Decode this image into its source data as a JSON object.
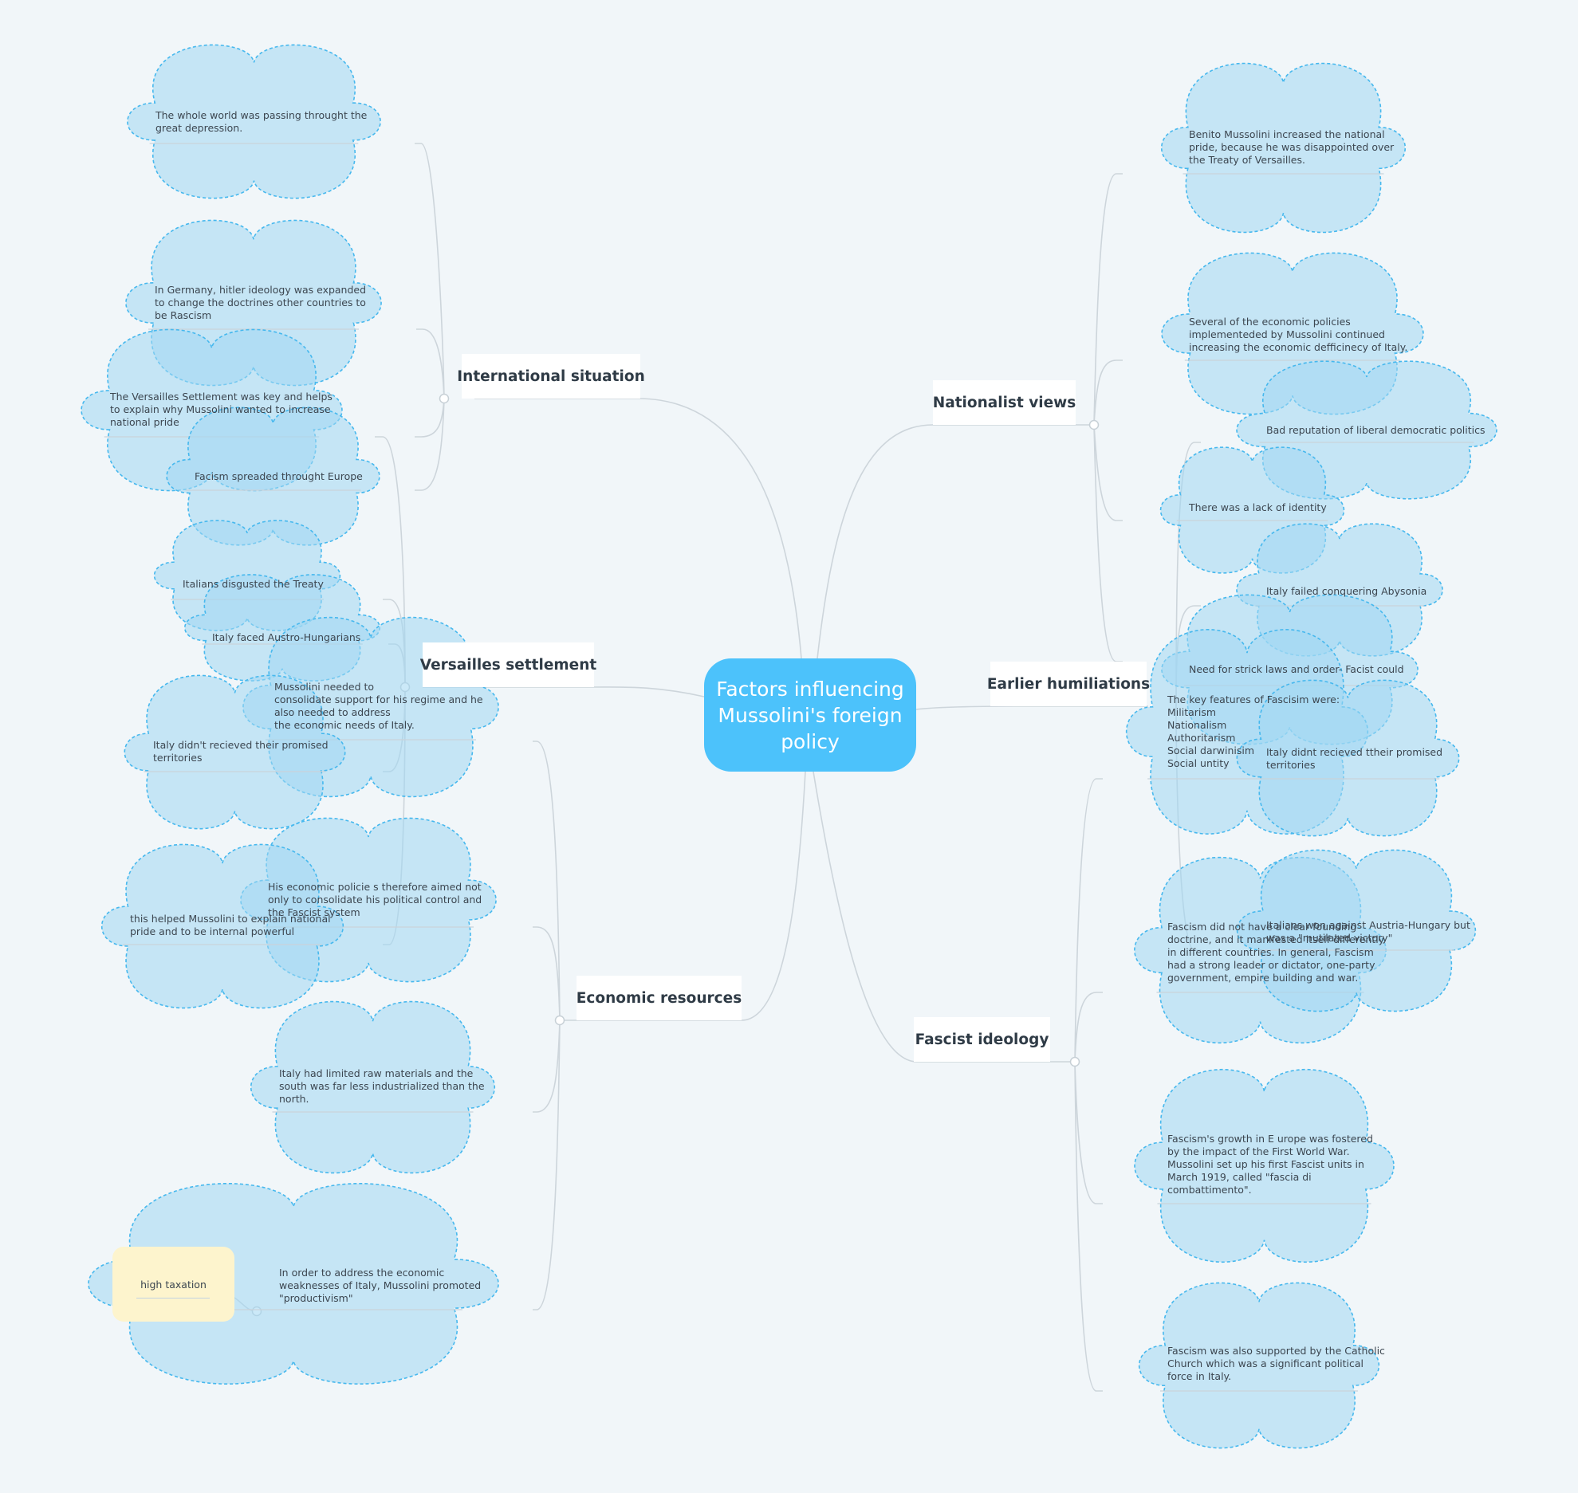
{
  "central": {
    "title": "Factors influencing\nMussolini's foreign\npolicy"
  },
  "topics": {
    "international": "International situation",
    "versailles": "Versailles settlement",
    "economic": "Economic resources",
    "nationalist": "Nationalist views",
    "humiliations": "Earlier humiliations",
    "fascist": "Fascist ideology"
  },
  "clouds": {
    "c01": "The whole world was passing throught the\ngreat depression.",
    "c02": "In Germany, hitler ideology was expanded\nto change the doctrines other countries to\nbe Rascism",
    "c03": "The Versailles Settlement was key and helps\nto explain why Mussolini wanted to increase\nnational pride",
    "c04": "Facism spreaded throught Europe",
    "c05": "Italians disgusted the Treaty",
    "c06": "Italy faced Austro-Hungarians",
    "c07": "Mussolini needed to\nconsolidate support for his regime and he\nalso needed to address\nthe economic needs of Italy.",
    "c08": "Italy didn't recieved their promised\nterritories",
    "c09": "His economic policie s therefore aimed not\nonly to consolidate his political control and\nthe Fascist system",
    "c10": "this helped Mussolini to explain national\npride and to be internal powerful",
    "c11": "Italy had limited raw materials and the\nsouth was far less industrialized than the\nnorth.",
    "c12": "In order to address the economic\nweaknesses of Italy, Mussolini promoted\n\"productivism\"",
    "c13": "Benito Mussolini increased the national\npride, because he was disappointed over\nthe Treaty of Versailles.",
    "c14": "Several of the economic policies\nimplementeded by Mussolini continued\nincreasing the economic defficinecy of Italy.",
    "c15": "Bad reputation of liberal democratic politics",
    "c16": "There was a lack of identity",
    "c17": "Italy failed conquering Abysonia",
    "c18": "Need for strick laws and order- Facist could",
    "c19": "The key features of Fascisim were:\nMilitarism\nNationalism\nAuthoritarism\nSocial darwinisim\nSocial untity",
    "c20": "Italy didnt recieved ttheir promised\nterritories",
    "c21": "Fascism did not have a clear founding\ndoctrine, and it manifested itself differently\nin different countries. In general, Fascism\nhad a strong leader or dictator, one-party\ngovernment, empire building and war.",
    "c22": "Italians won against Austria-Hungary but\nwas a \"mutilated victory\"",
    "c23": "Fascism's growth in E urope was fostered\nby the impact of the First World War.\nMussolini set up his first Fascist units in\nMarch 1919, called \"fascia di\ncombattimento\".",
    "c24": "Fascism was also supported by the Catholic\nChurch which was a significant political\nforce in Italy."
  },
  "note": {
    "text": "high taxation"
  }
}
